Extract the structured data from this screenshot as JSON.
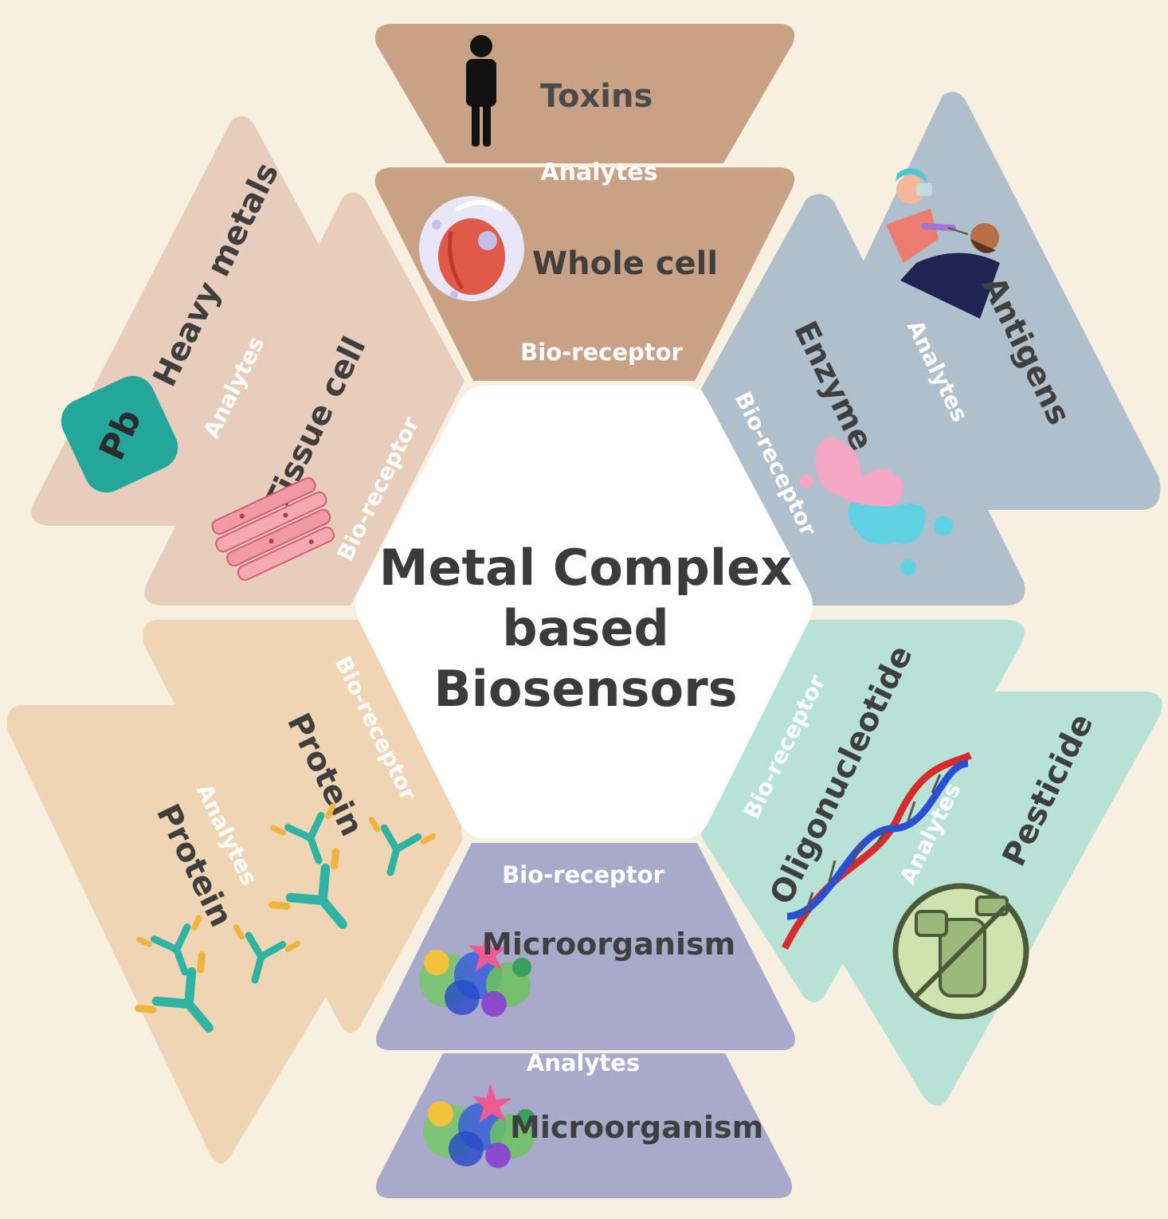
{
  "title": [
    "Metal Complex",
    "based",
    "Biosensors"
  ],
  "colors": {
    "background": "#f7efe0",
    "top": "#c9a286",
    "upper_left": "#e8cdbd",
    "upper_right": "#afbfcb",
    "lower_left": "#efd5b4",
    "lower_right": "#b9e2d7",
    "bottom": "#a9a9cc",
    "center": "#ffffff"
  },
  "segments": {
    "top": {
      "analyte": "Toxins",
      "analyte_tag": "Analytes",
      "bioreceptor": "Whole cell",
      "bioreceptor_tag": "Bio-receptor",
      "analyte_icon": "person-icon",
      "bioreceptor_icon": "cell-icon"
    },
    "upper_right": {
      "analyte": "Antigens",
      "analyte_tag": "Analytes",
      "bioreceptor": "Enzyme",
      "bioreceptor_tag": "Bio-receptor",
      "analyte_icon": "swab-test-icon",
      "bioreceptor_icon": "enzyme-blob-icon"
    },
    "lower_right": {
      "analyte": "Pesticide",
      "analyte_tag": "Analytes",
      "bioreceptor": "Oligonucleotide",
      "bioreceptor_tag": "Bio-receptor",
      "analyte_icon": "spray-bottle-icon",
      "bioreceptor_icon": "dna-helix-icon"
    },
    "bottom": {
      "analyte": "Microorganism",
      "analyte_tag": "Analytes",
      "bioreceptor": "Microorganism",
      "bioreceptor_tag": "Bio-receptor",
      "analyte_icon": "microbe-cluster-icon",
      "bioreceptor_icon": "microbe-cluster-icon"
    },
    "lower_left": {
      "analyte": "Protein",
      "analyte_tag": "Analytes",
      "bioreceptor": "Protein",
      "bioreceptor_tag": "Bio-receptor",
      "analyte_icon": "antibody-icon",
      "bioreceptor_icon": "antibody-icon"
    },
    "upper_left": {
      "analyte": "Heavy metals",
      "analyte_tag": "Analytes",
      "bioreceptor": "Tissue cell",
      "bioreceptor_tag": "Bio-receptor",
      "analyte_icon": "pb-element-icon",
      "analyte_icon_text": "Pb",
      "bioreceptor_icon": "tissue-fibers-icon"
    }
  }
}
